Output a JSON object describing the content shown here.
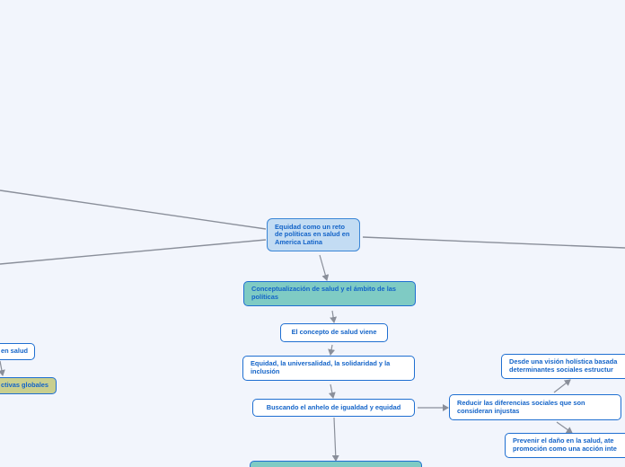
{
  "map": {
    "central": "Equidad como un reto de políticas en salud en America Latina",
    "conceptualizacion": "Conceptualización de salud y el ámbito de las políticas",
    "concepto": "El concepto de salud viene",
    "equidad_universalidad": "Equidad, la universalidad, la solidaridad y la inclusión",
    "buscando": "Buscando el anhelo de igualdad y equidad",
    "reducir": "Reducir las diferencias sociales que son consideran injustas",
    "holistica": "Desde una visión holística basada determinantes sociales estructur",
    "prevenir": "Prevenir el daño en la salud, ate promoción como una acción inte",
    "left_salud": "en salud",
    "left_globales": "ctivas globales"
  },
  "colors": {
    "background": "#f2f5fc",
    "central_fill": "#c3dcf3",
    "teal_fill": "#7fcbc4",
    "olive_fill": "#c9cf8f",
    "node_border": "#1f6fd1",
    "text": "#1464c8",
    "connector": "#8a8f9a"
  }
}
